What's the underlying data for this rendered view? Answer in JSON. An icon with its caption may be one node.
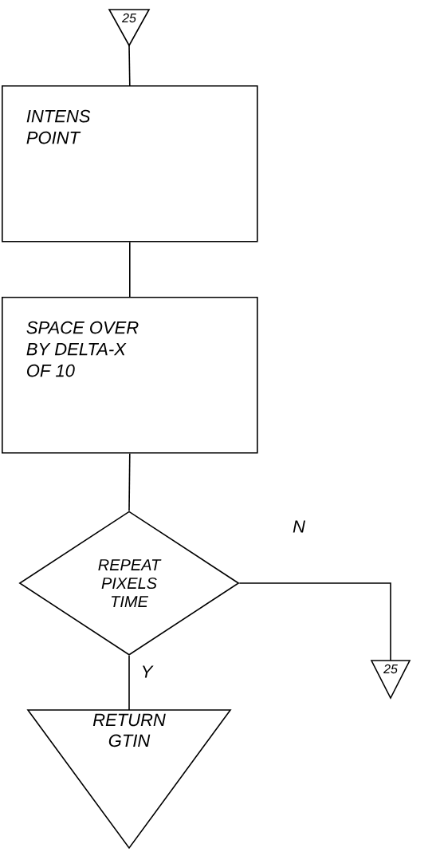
{
  "diagram": {
    "nodes": [
      {
        "text": [
          "25"
        ]
      },
      {
        "text": [
          "INTENS POINT"
        ]
      },
      {
        "text": [
          "SPACE OVER BY DELTA-X OF 10"
        ]
      },
      {
        "text": [
          "REPEAT PIXELS TIME"
        ]
      },
      {
        "text": [
          "25"
        ]
      },
      {
        "text": [
          "RETURN GTIN"
        ]
      }
    ],
    "edges": [
      {
        "from": 0,
        "to": 1,
        "arrow": "none"
      },
      {
        "from": 1,
        "to": 2,
        "arrow": "none"
      },
      {
        "from": 2,
        "to": 3,
        "arrow": "none"
      },
      {
        "from": 3,
        "to": 4,
        "arrow": "none",
        "label": "N"
      },
      {
        "from": 3,
        "to": 5,
        "arrow": "none",
        "label": "Y"
      }
    ]
  }
}
